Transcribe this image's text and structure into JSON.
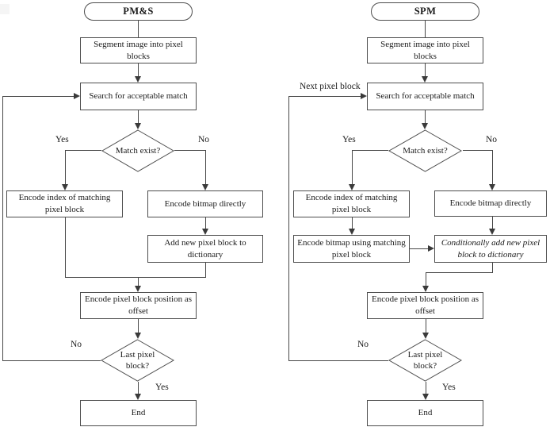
{
  "diagram": {
    "pms": {
      "title": "PM&S",
      "segment": "Segment image into pixel\nblocks",
      "search": "Search for acceptable match",
      "match_exist": "Match exist?",
      "encode_index": "Encode index of matching\npixel block",
      "encode_bitmap": "Encode bitmap directly",
      "add_dictionary": "Add new pixel block to\ndictionary",
      "encode_position": "Encode pixel block position as\noffset",
      "last_block": "Last pixel\nblock?",
      "end": "End",
      "label_yes": "Yes",
      "label_no": "No",
      "label_yes2": "Yes",
      "label_no2": "No"
    },
    "spm": {
      "title": "SPM",
      "segment": "Segment image into pixel\nblocks",
      "search": "Search for acceptable match",
      "match_exist": "Match exist?",
      "encode_index": "Encode index of matching\npixel block",
      "encode_bitmap": "Encode bitmap directly",
      "encode_bitmap_matching": "Encode bitmap using matching\npixel block",
      "conditional_add": "Conditionally add new pixel\nblock to dictionary",
      "encode_position": "Encode pixel block position as\noffset",
      "last_block": "Last pixel\nblock?",
      "end": "End",
      "label_yes": "Yes",
      "label_no": "No",
      "label_yes2": "Yes",
      "label_no2": "No",
      "label_next": "Next pixel block"
    },
    "colors": {
      "line": "#474747",
      "border": "#4d4d4d",
      "text": "#1b1b1b",
      "background": "#ffffff"
    }
  }
}
